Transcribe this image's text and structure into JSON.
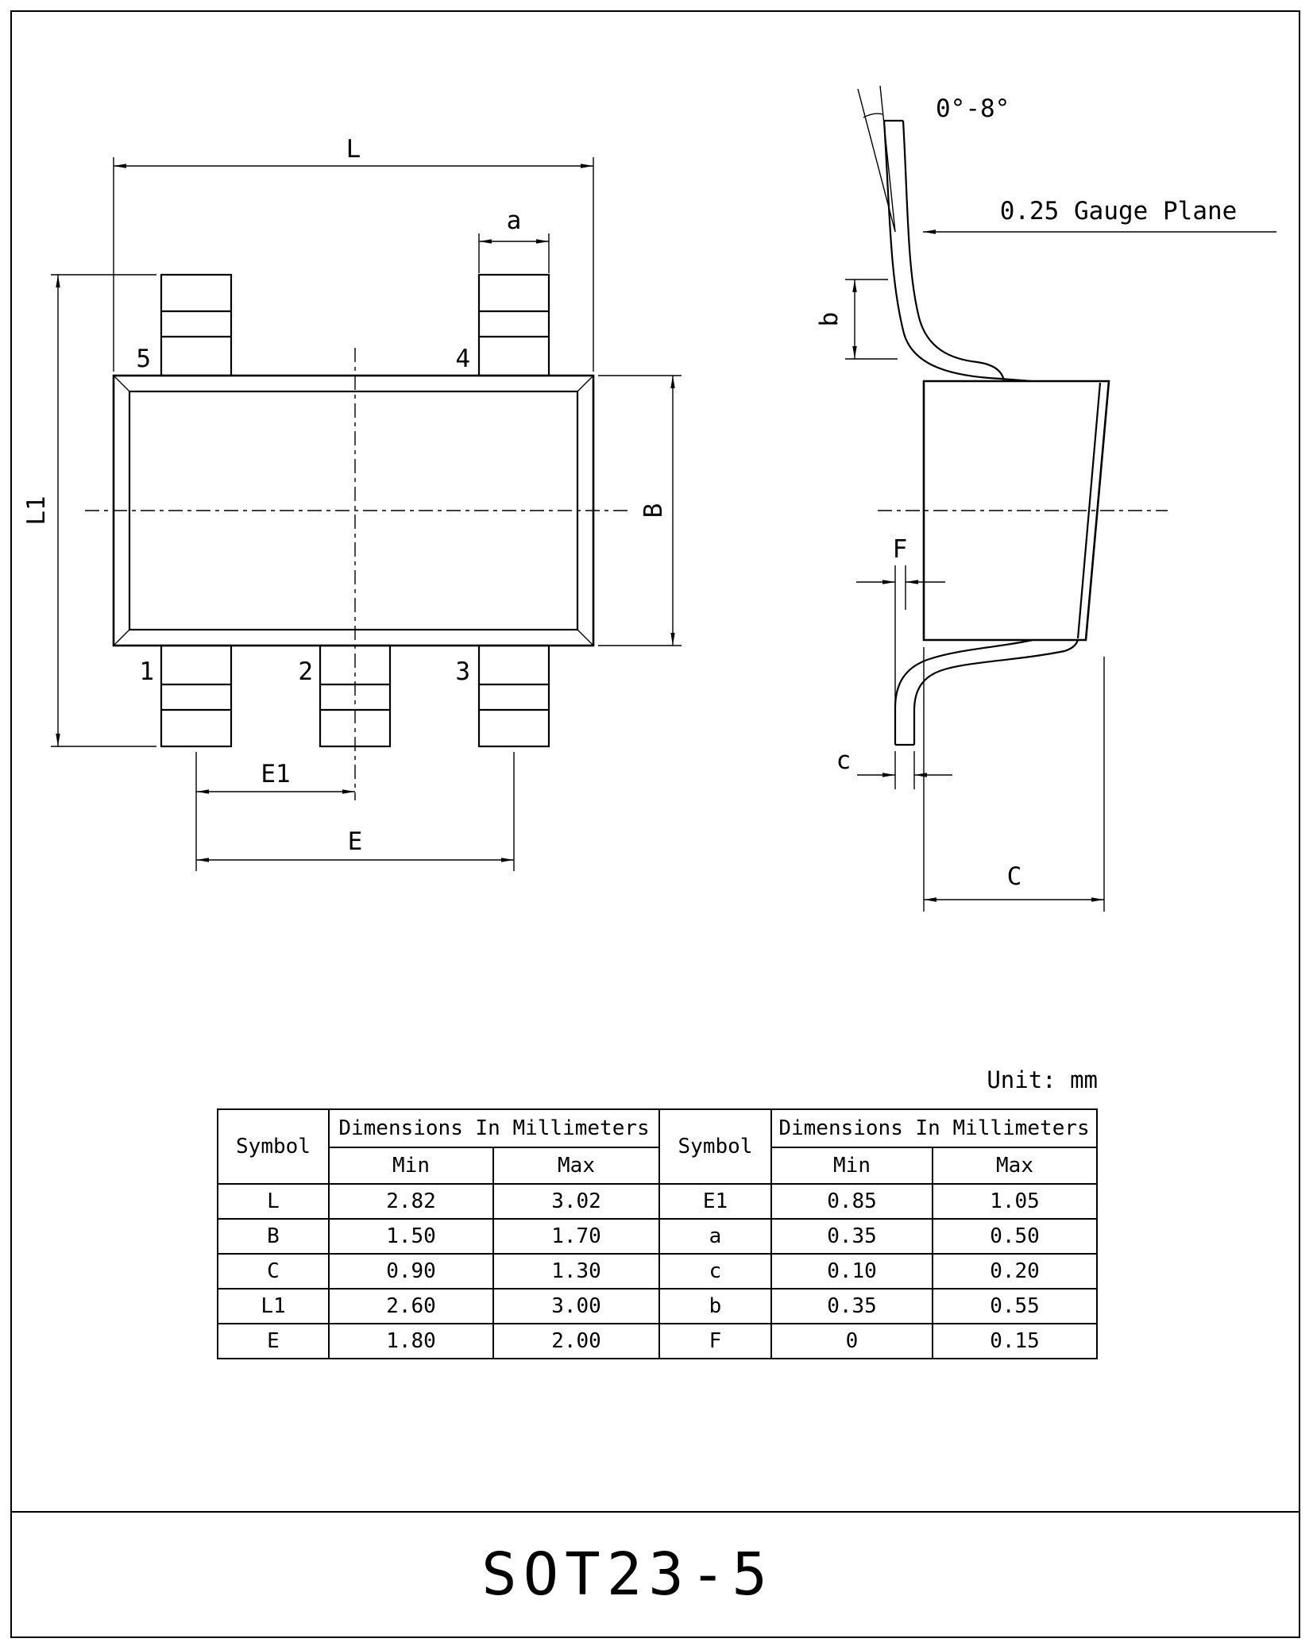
{
  "title": "SOT23-5",
  "unit_label": "Unit: mm",
  "top_view": {
    "labels": {
      "L": "L",
      "L1": "L1",
      "a": "a",
      "B": "B",
      "E1": "E1",
      "E": "E"
    },
    "pins": {
      "1": "1",
      "2": "2",
      "3": "3",
      "4": "4",
      "5": "5"
    }
  },
  "side_view": {
    "labels": {
      "angle": "0°-8°",
      "gauge_plane": "0.25 Gauge Plane",
      "b": "b",
      "F": "F",
      "c": "c",
      "C": "C"
    }
  },
  "table": {
    "header": {
      "symbol": "Symbol",
      "dims": "Dimensions In Millimeters",
      "min": "Min",
      "max": "Max"
    },
    "rows": [
      {
        "ls": "L",
        "lmin": "2.82",
        "lmax": "3.02",
        "rs": "E1",
        "rmin": "0.85",
        "rmax": "1.05"
      },
      {
        "ls": "B",
        "lmin": "1.50",
        "lmax": "1.70",
        "rs": "a",
        "rmin": "0.35",
        "rmax": "0.50"
      },
      {
        "ls": "C",
        "lmin": "0.90",
        "lmax": "1.30",
        "rs": "c",
        "rmin": "0.10",
        "rmax": "0.20"
      },
      {
        "ls": "L1",
        "lmin": "2.60",
        "lmax": "3.00",
        "rs": "b",
        "rmin": "0.35",
        "rmax": "0.55"
      },
      {
        "ls": "E",
        "lmin": "1.80",
        "lmax": "2.00",
        "rs": "F",
        "rmin": "0",
        "rmax": "0.15"
      }
    ]
  }
}
